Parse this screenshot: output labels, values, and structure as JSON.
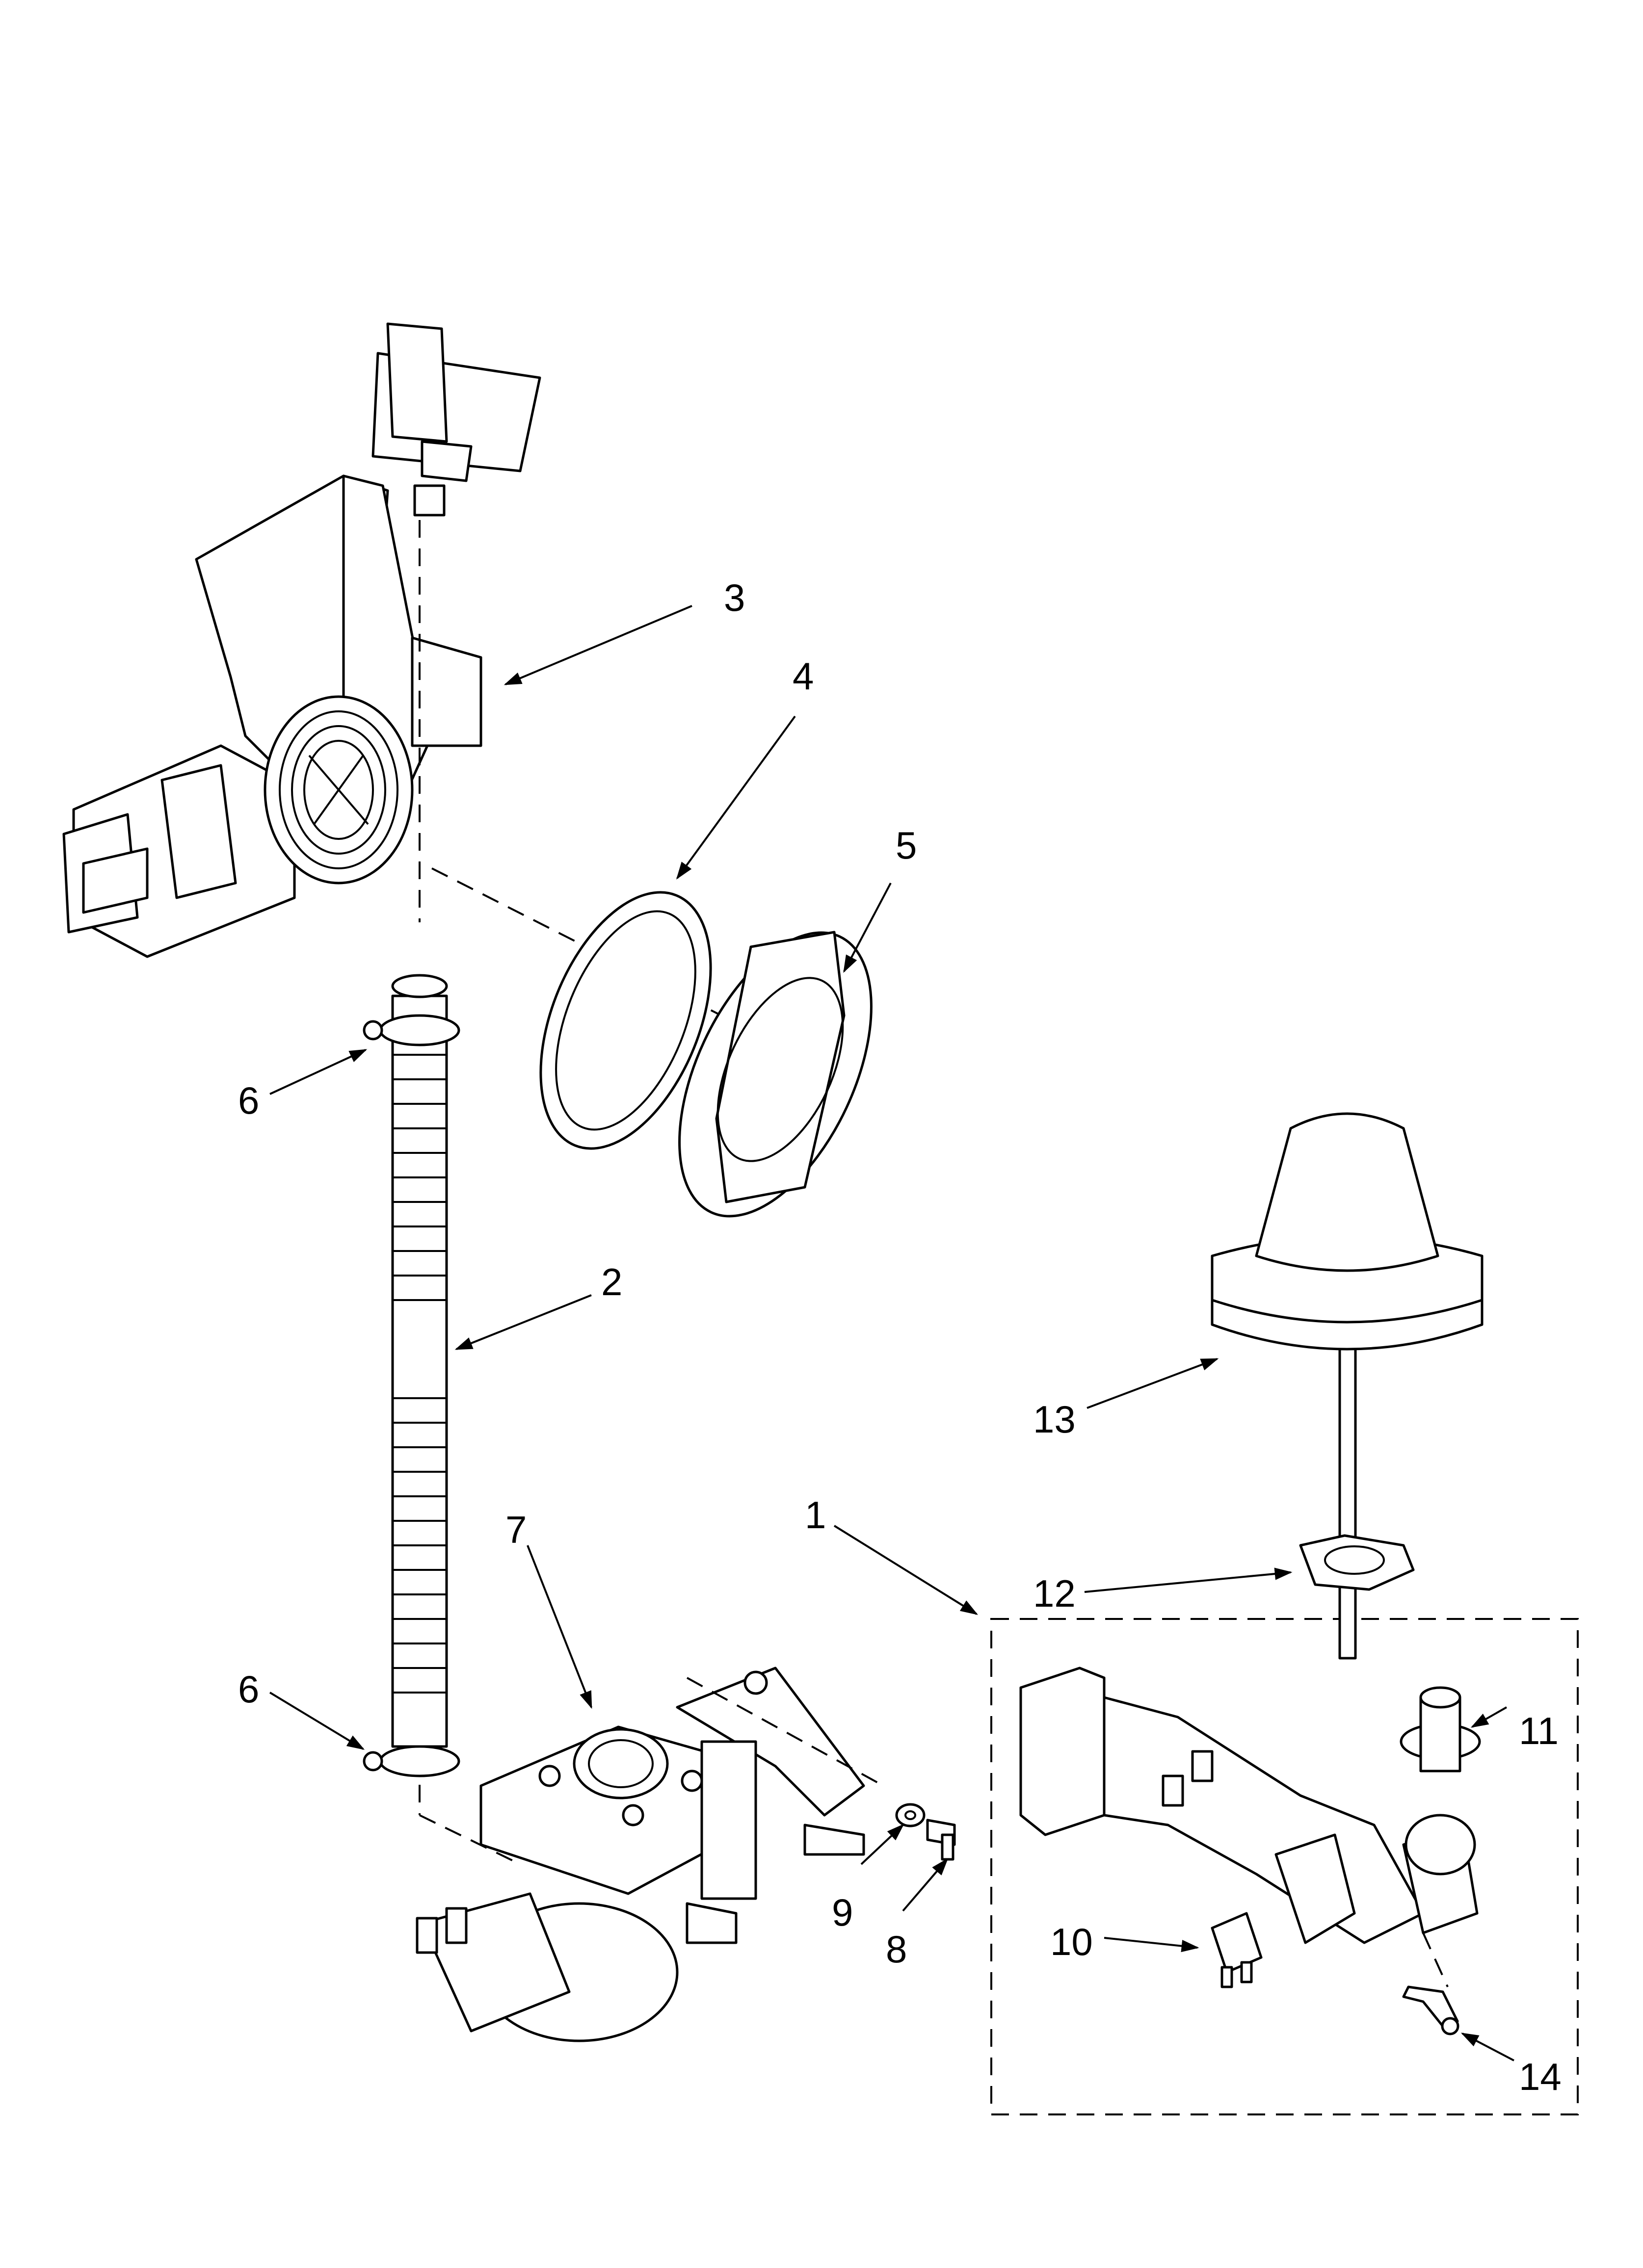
{
  "callouts": {
    "c1": "1",
    "c2": "2",
    "c3": "3",
    "c4": "4",
    "c5": "5",
    "c6a": "6",
    "c6b": "6",
    "c7": "7",
    "c8": "8",
    "c9": "9",
    "c10": "10",
    "c11": "11",
    "c12": "12",
    "c13": "13",
    "c14": "14"
  },
  "colors": {
    "line": "#000000",
    "background": "#ffffff",
    "fill": "#ffffff"
  }
}
